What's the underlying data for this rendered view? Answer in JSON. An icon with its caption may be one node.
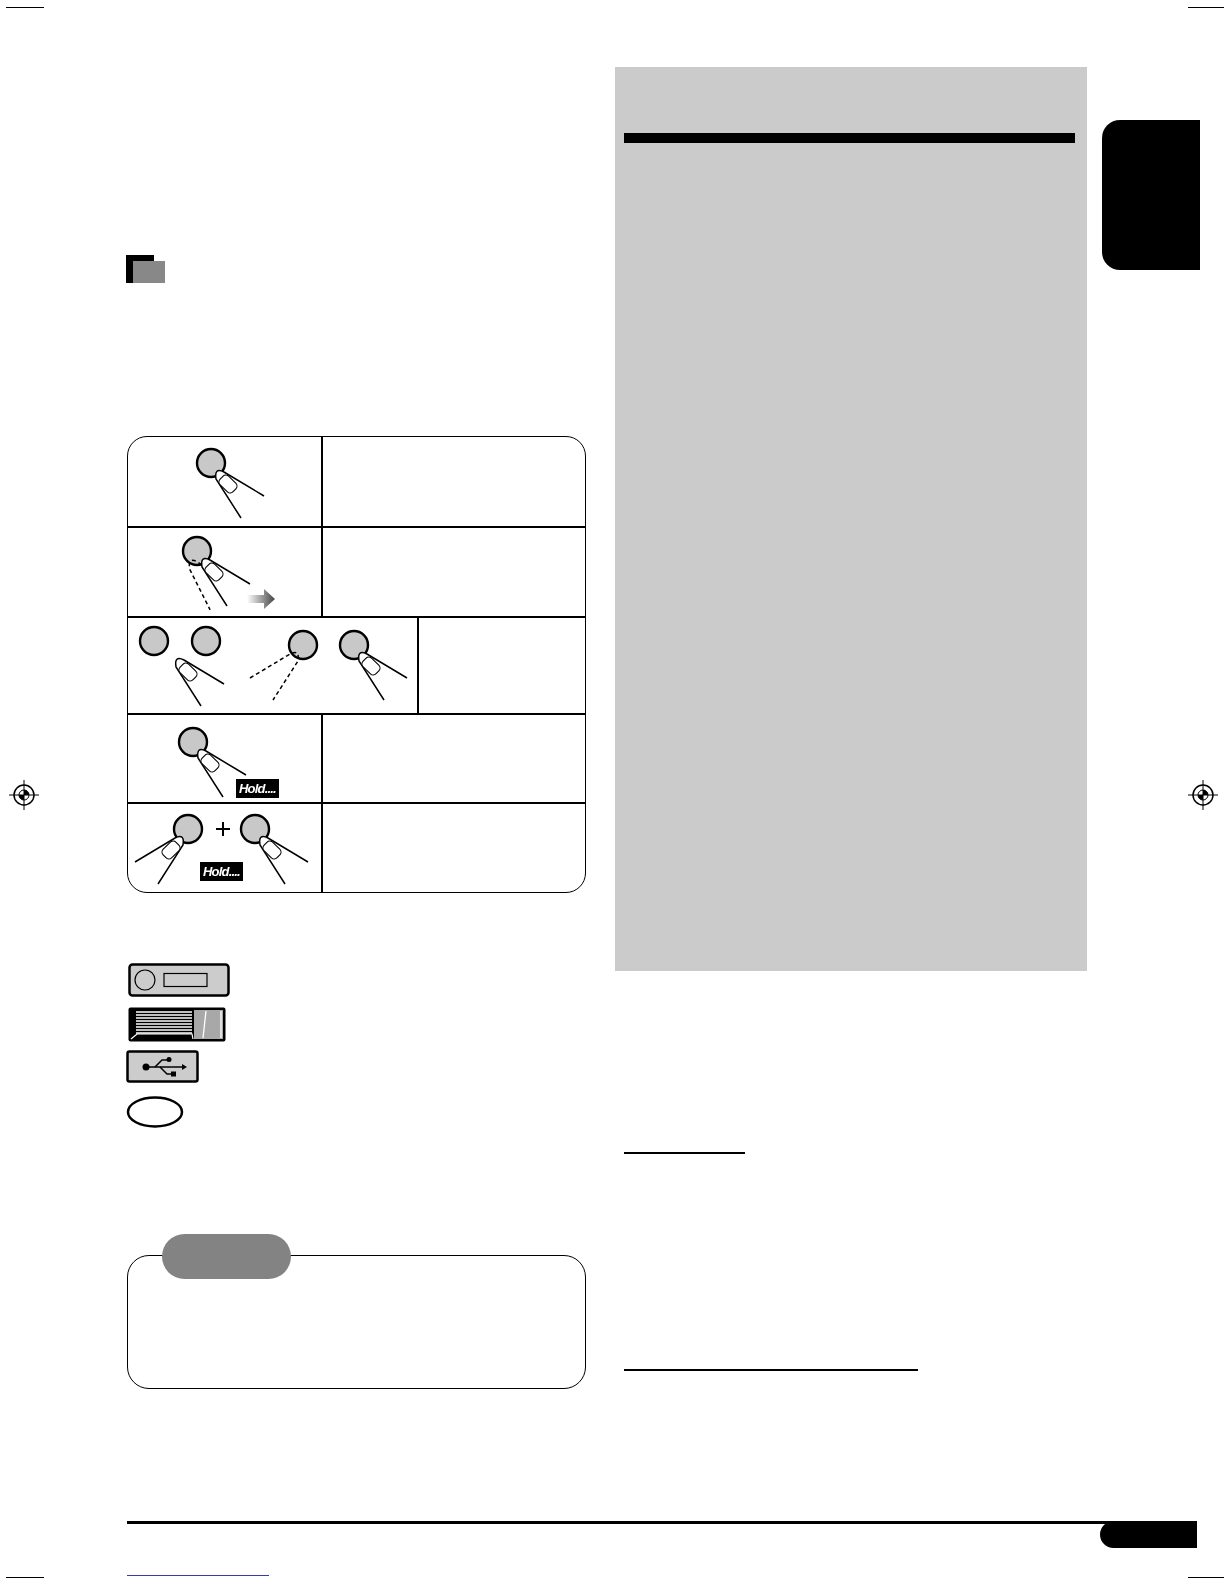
{
  "diagram": {
    "nodes": [
      {
        "text": [
          "Hold...."
        ]
      },
      {
        "text": [
          "Hold...."
        ]
      },
      {
        "text": [],
        "shape": "box"
      },
      {
        "text": [],
        "shape": "box"
      },
      {
        "text": [],
        "shape": "box"
      }
    ]
  }
}
